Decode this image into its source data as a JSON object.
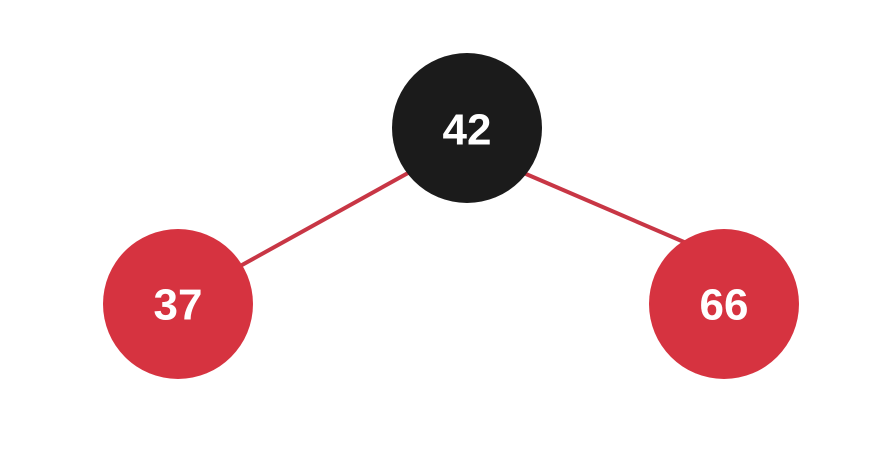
{
  "colors": {
    "black_node": "#1b1b1b",
    "red_node": "#d63340",
    "edge": "#c83645",
    "label": "#ffffff"
  },
  "tree": {
    "root": {
      "label": "42",
      "color": "black"
    },
    "left": {
      "label": "37",
      "color": "red"
    },
    "right": {
      "label": "66",
      "color": "red"
    }
  }
}
